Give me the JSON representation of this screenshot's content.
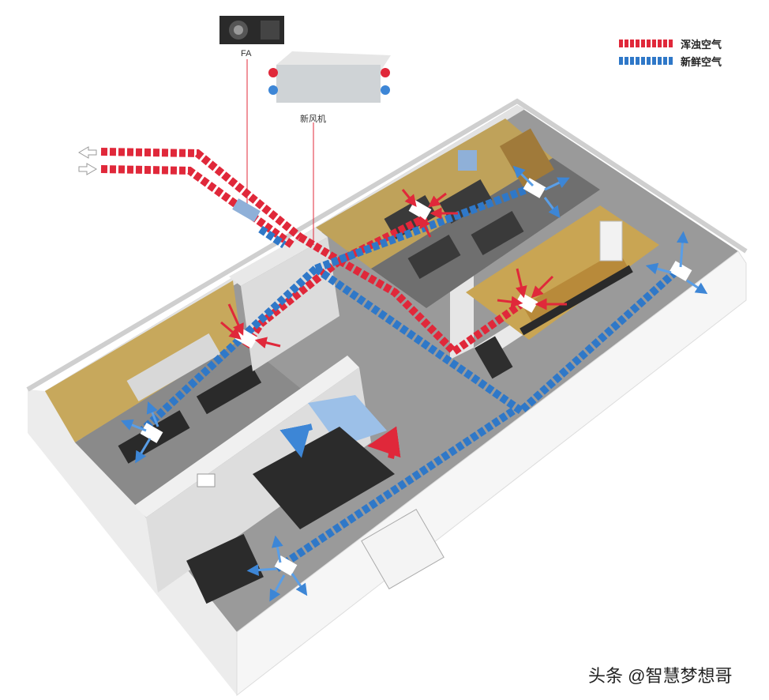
{
  "legend": {
    "dirty_air": "浑浊空气",
    "fresh_air": "新鲜空气"
  },
  "labels": {
    "fa": "FA",
    "ventilator": "新风机"
  },
  "colors": {
    "dirty_air": "#e0283a",
    "fresh_air": "#2f78c8",
    "wall": "#f4f4f4",
    "floor": "#8e8e8e",
    "wall_accent": "#c7a85c"
  },
  "watermark": "头条 @智慧梦想哥"
}
